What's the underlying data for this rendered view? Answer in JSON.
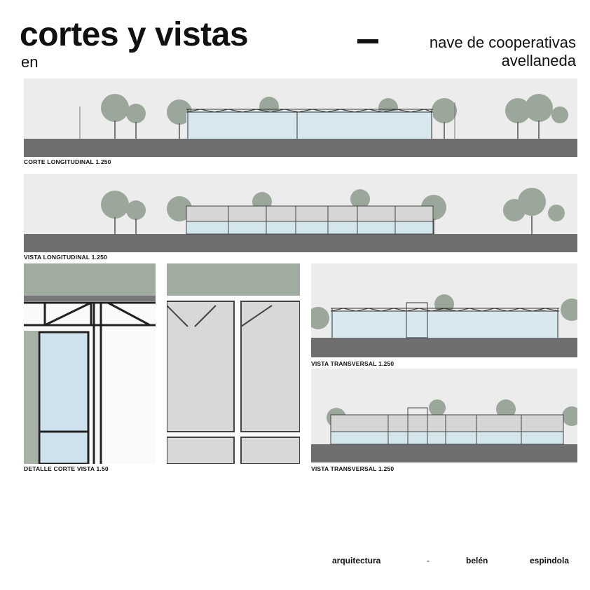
{
  "header": {
    "title": "cortes y vistas",
    "subtitle": "en",
    "project_line1": "nave de cooperativas",
    "project_line2": "avellaneda"
  },
  "drawings": {
    "corte_longitudinal": "CORTE LONGITUDINAL 1.250",
    "vista_longitudinal": "VISTA LONGITUDINAL 1.250",
    "detalle": "DETALLE CORTE VISTA 1.50",
    "vista_transversal_1": "VISTA TRANSVERSAL 1.250",
    "vista_transversal_2": "VISTA TRANSVERSAL 1.250"
  },
  "footer": {
    "word1": "arquitectura",
    "separator": "-",
    "word2": "belén",
    "word3": "espindola"
  },
  "colors": {
    "ground": "#6f6f6f",
    "sky": "#ececec",
    "tree": "#9aa79a",
    "glass": "#cfe3ea",
    "steel": "#333333"
  }
}
